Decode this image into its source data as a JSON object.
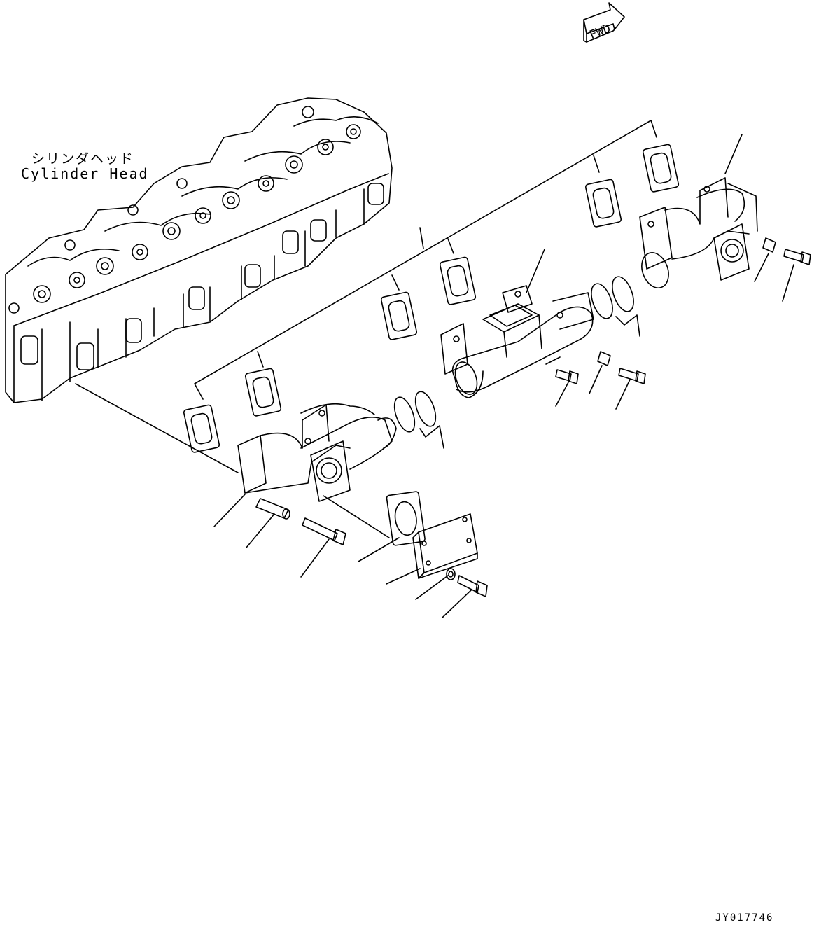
{
  "cylinder_head": {
    "label_jp": "シリンダヘッド",
    "label_en": "Cylinder Head"
  },
  "fwd_arrow": {
    "label": "FWD"
  },
  "drawing_id": "JY017746"
}
